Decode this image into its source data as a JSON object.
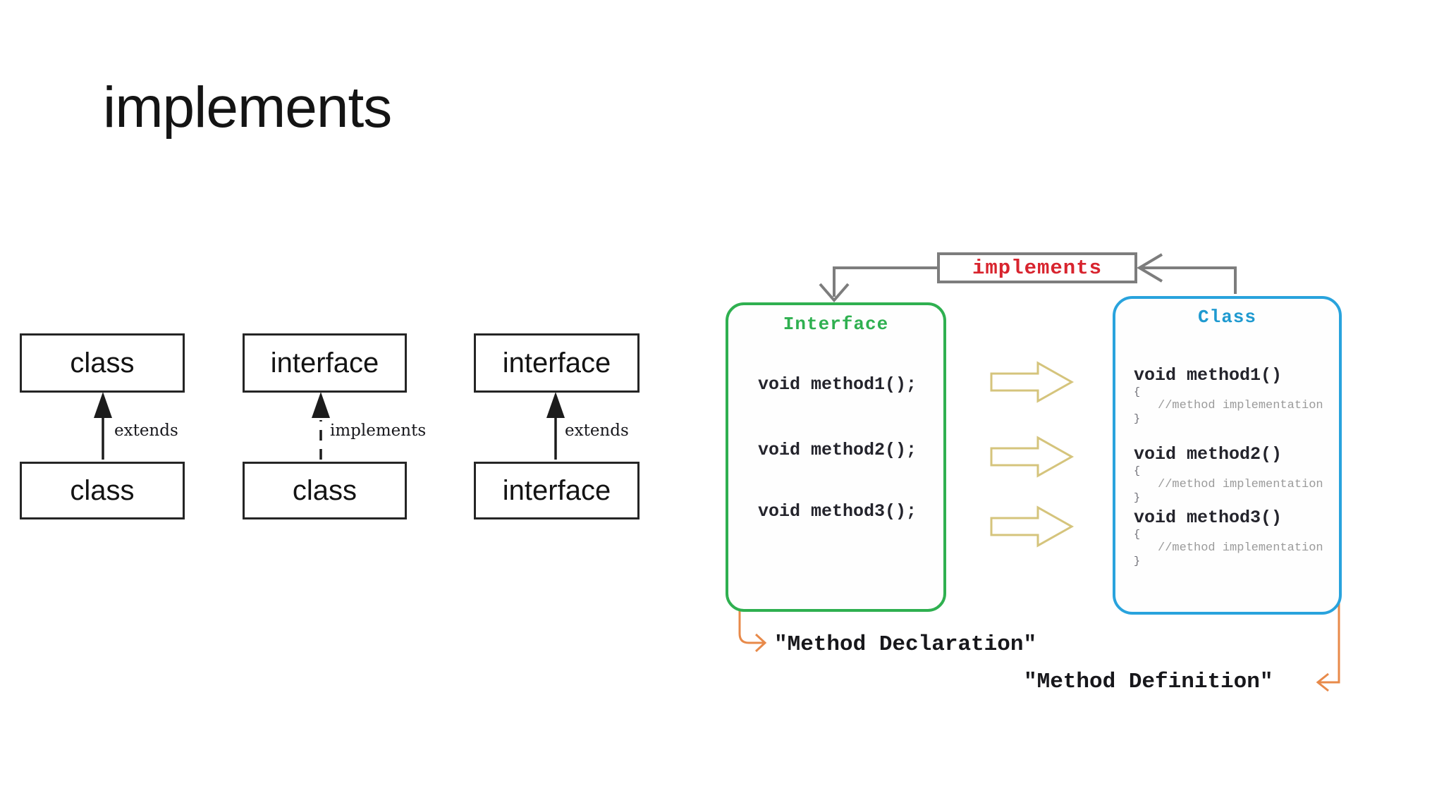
{
  "slide": {
    "title": "implements"
  },
  "uml_diagrams": [
    {
      "top_box": "class",
      "bottom_box": "class",
      "relation": "extends",
      "arrow_style": "solid"
    },
    {
      "top_box": "interface",
      "bottom_box": "class",
      "relation": "implements",
      "arrow_style": "dashed"
    },
    {
      "top_box": "interface",
      "bottom_box": "interface",
      "relation": "extends",
      "arrow_style": "solid"
    }
  ],
  "interface_class_diagram": {
    "relation_label": "implements",
    "interface_panel": {
      "title": "Interface",
      "methods": [
        "void method1();",
        "void method2();",
        "void method3();"
      ]
    },
    "class_panel": {
      "title": "Class",
      "methods": [
        {
          "signature": "void method1()",
          "open_brace": "{",
          "comment": "//method implementation",
          "close_brace": "}"
        },
        {
          "signature": "void method2()",
          "open_brace": "{",
          "comment": "//method implementation",
          "close_brace": "}"
        },
        {
          "signature": "void method3()",
          "open_brace": "{",
          "comment": "//method implementation",
          "close_brace": "}"
        }
      ]
    },
    "captions": {
      "declaration": "\"Method Declaration\"",
      "definition": "\"Method Definition\""
    },
    "colors": {
      "relation_text": "#d8242e",
      "connector_gray": "#7d7d7d",
      "bracket_orange": "#e88a4a",
      "transform_arrow_outline": "#d5c47c",
      "interface_green": "#2fb050",
      "class_blue": "#29a3dd"
    }
  }
}
